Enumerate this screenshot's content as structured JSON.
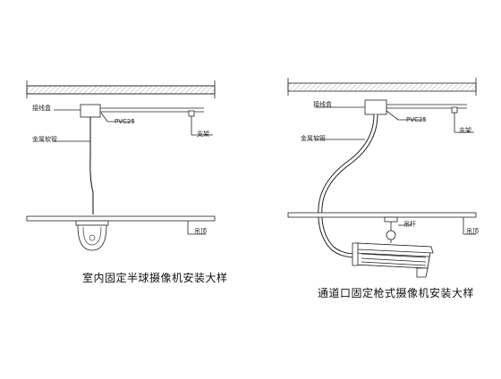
{
  "left_detail": {
    "caption": "室内固定半球摄像机安装大样",
    "labels": {
      "junction_box": "接线盒",
      "conduit": "PVC25",
      "hose": "金属软管",
      "ceiling_tag": "吊顶",
      "drop_tag": "支架",
      "floor_tag": "吊顶"
    }
  },
  "right_detail": {
    "caption": "通道口固定枪式摄像机安装大样",
    "labels": {
      "junction_box": "接线盒",
      "conduit": "PVC25",
      "hose": "金属软管",
      "drop_tag": "支架",
      "bracket_tag": "吊杆",
      "floor_tag": "吊顶"
    }
  }
}
